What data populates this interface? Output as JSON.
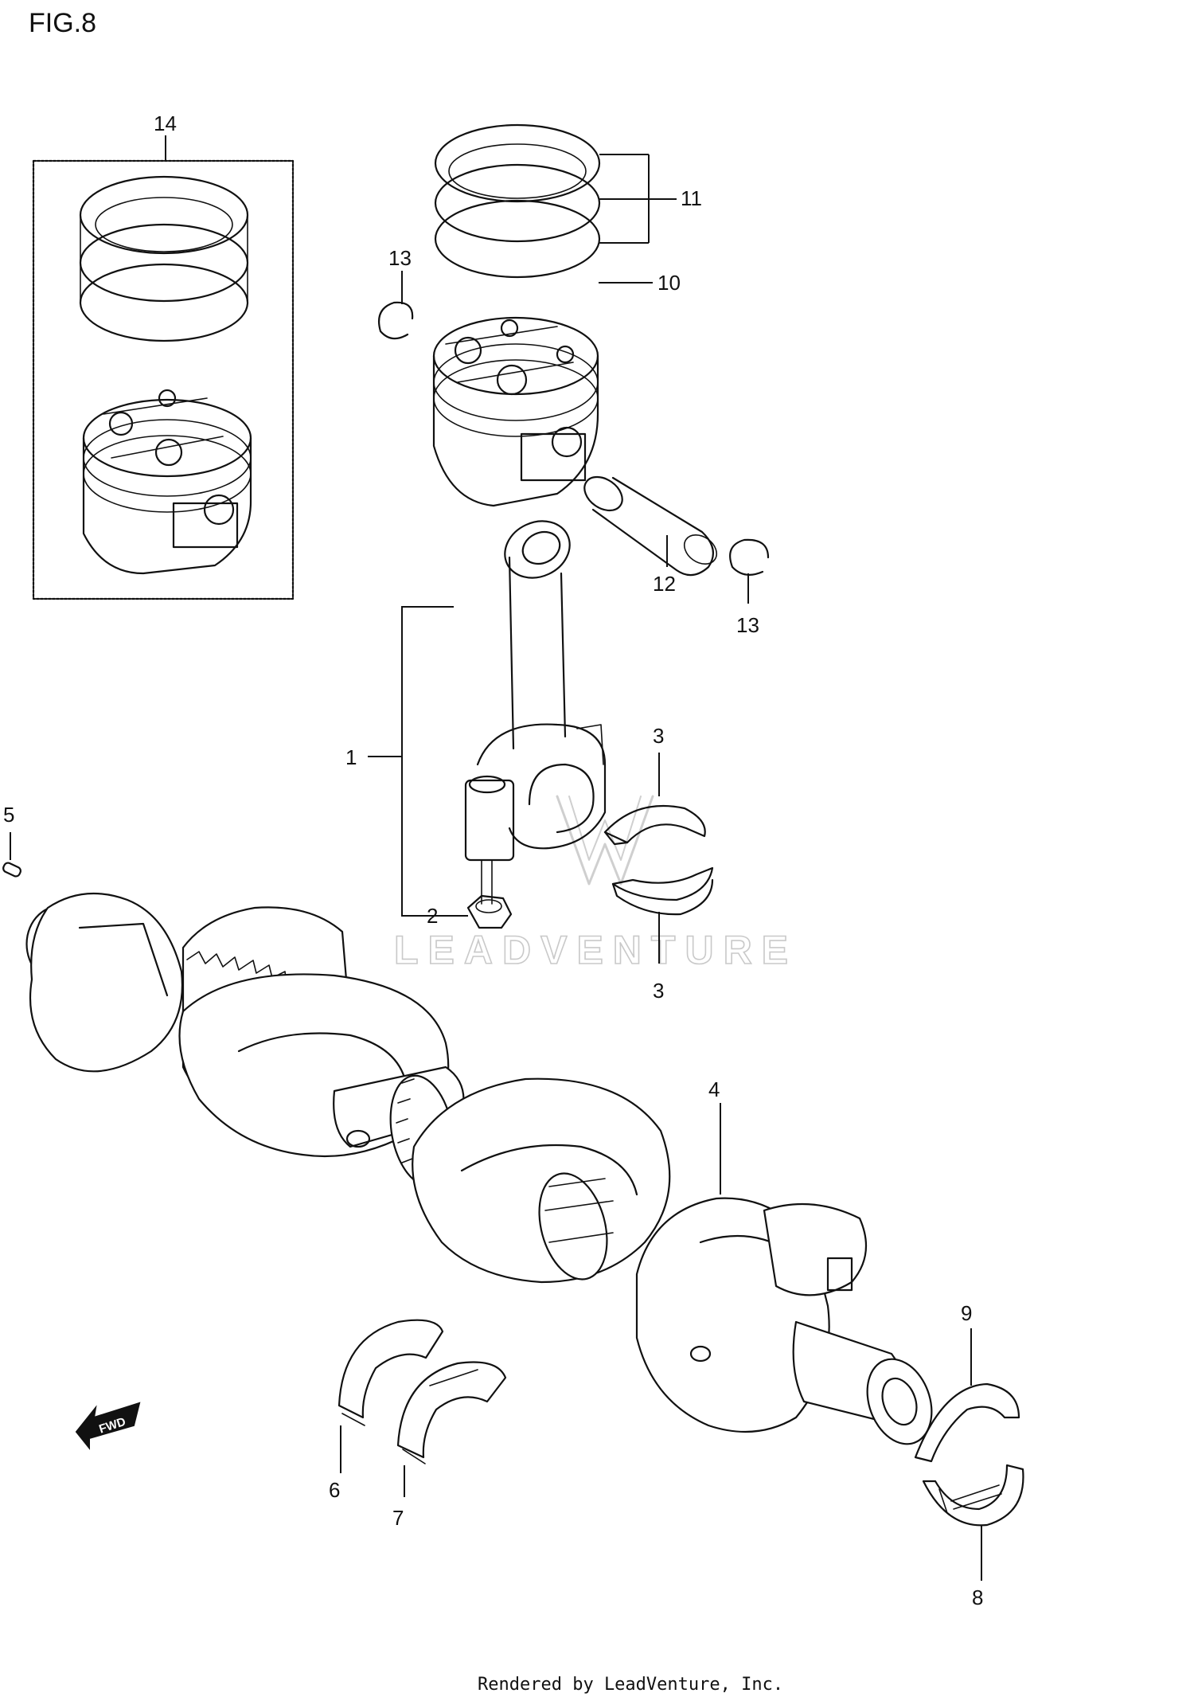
{
  "figure": {
    "label": "FIG.8"
  },
  "callouts": {
    "c1": "1",
    "c2": "2",
    "c3a": "3",
    "c3b": "3",
    "c4": "4",
    "c5": "5",
    "c6": "6",
    "c7": "7",
    "c8": "8",
    "c9": "9",
    "c10": "10",
    "c11": "11",
    "c12": "12",
    "c13a": "13",
    "c13b": "13",
    "c14": "14"
  },
  "direction_badge": {
    "text": "FWD"
  },
  "watermark": {
    "text": "LEADVENTURE"
  },
  "footer": {
    "text": "Rendered by LeadVenture, Inc."
  }
}
